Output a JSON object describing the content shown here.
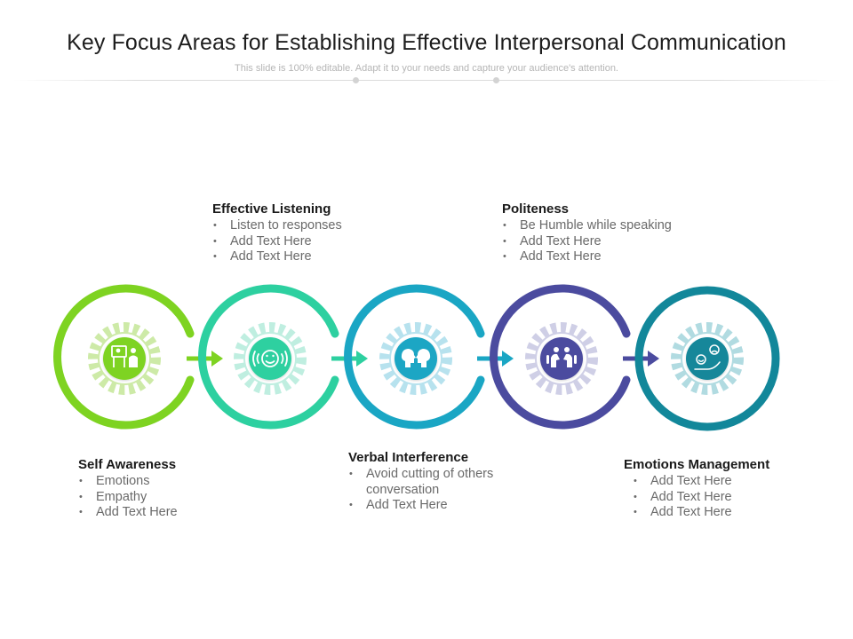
{
  "header": {
    "title": "Key Focus Areas for Establishing Effective Interpersonal Communication",
    "subtitle": "This slide is 100% editable. Adapt it to your needs and capture your audience's attention."
  },
  "colors": {
    "step1": "#7ed321",
    "step2": "#2dd0a0",
    "step3": "#1aa6c4",
    "step4": "#4b4b9f",
    "step5": "#12879a"
  },
  "steps": [
    {
      "title": "Self Awareness",
      "icon": "presentation-person-icon",
      "bullets": [
        "Emotions",
        "Empathy",
        "Add Text Here"
      ]
    },
    {
      "title": "Effective  Listening",
      "icon": "listening-face-icon",
      "bullets": [
        "Listen to responses",
        "Add Text Here",
        "Add Text Here"
      ]
    },
    {
      "title": "Verbal Interference",
      "icon": "two-heads-talking-icon",
      "bullets": [
        "Avoid cutting of others conversation",
        "Add Text Here"
      ]
    },
    {
      "title": "Politeness",
      "icon": "bowing-people-icon",
      "bullets": [
        "Be Humble while speaking",
        "Add Text Here",
        "Add Text Here"
      ]
    },
    {
      "title": "Emotions Management",
      "icon": "emotion-faces-hand-icon",
      "bullets": [
        "Add Text Here",
        "Add Text Here",
        "Add Text Here"
      ]
    }
  ]
}
